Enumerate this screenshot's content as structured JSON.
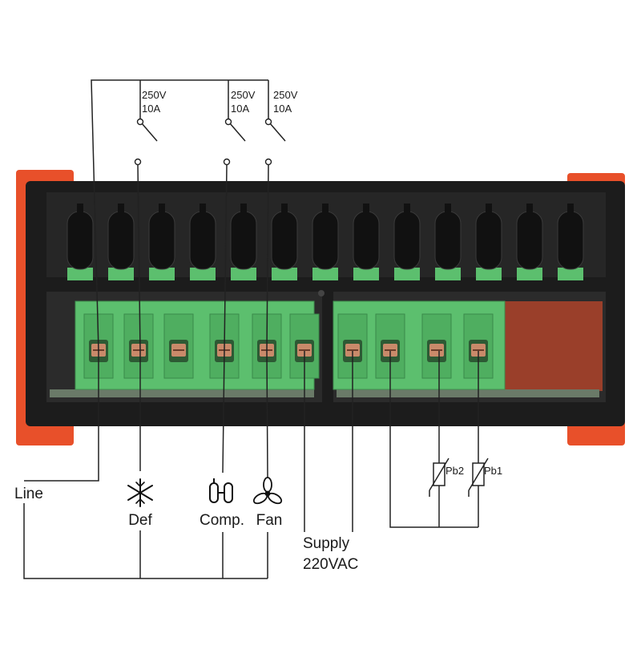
{
  "relays": [
    {
      "voltage": "250V",
      "current": "10A"
    },
    {
      "voltage": "250V",
      "current": "10A"
    },
    {
      "voltage": "250V",
      "current": "10A"
    }
  ],
  "labels": {
    "line": "Line",
    "def": "Def",
    "comp": "Comp.",
    "fan": "Fan",
    "supply_1": "Supply",
    "supply_2": "220VAC",
    "pb2": "Pb2",
    "pb1": "Pb1"
  },
  "icons": {
    "def": "snowflake-icon",
    "comp": "compressor-icon",
    "fan": "fan-icon"
  },
  "colors": {
    "housing": "#1c1c1c",
    "terminal_green": "#5cbf6e",
    "mount_orange": "#e8502a",
    "pcb_red": "#9a3f2a"
  }
}
